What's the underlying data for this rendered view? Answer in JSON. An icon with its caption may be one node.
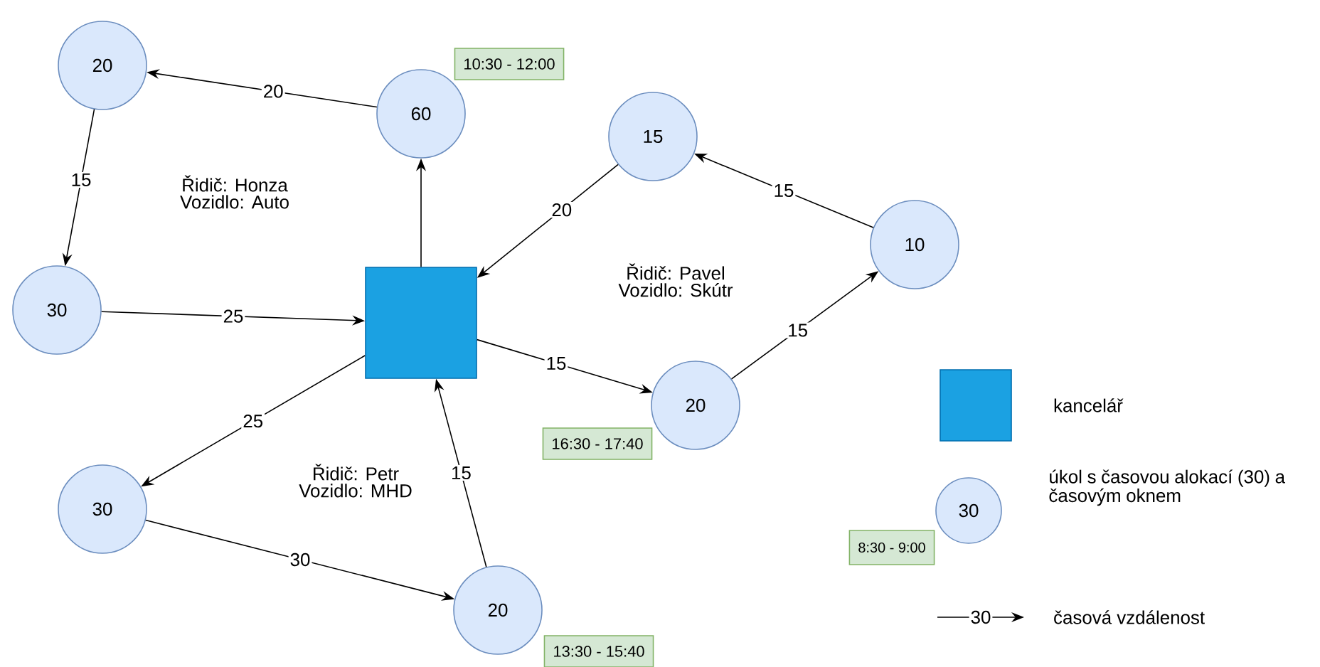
{
  "diagram": {
    "nodes": [
      {
        "text": [],
        "shape": "box"
      },
      {
        "text": [
          "20"
        ]
      },
      {
        "text": [
          "60"
        ],
        "beside": [
          "10:30 - 12:00"
        ]
      },
      {
        "text": [
          "30"
        ]
      },
      {
        "text": [
          "15"
        ]
      },
      {
        "text": [
          "10"
        ]
      },
      {
        "text": [
          "20"
        ],
        "beside": [
          "16:30 - 17:40"
        ]
      },
      {
        "text": [
          "30"
        ]
      },
      {
        "text": [
          "20"
        ],
        "beside": [
          "13:30 - 15:40"
        ]
      }
    ],
    "edges": [
      {
        "from": 2,
        "to": 1,
        "arrow": "to",
        "label": "20"
      },
      {
        "from": 1,
        "to": 3,
        "arrow": "to",
        "label": "15"
      },
      {
        "from": 3,
        "to": 0,
        "arrow": "to",
        "label": "25"
      },
      {
        "from": 0,
        "to": 2,
        "arrow": "to"
      },
      {
        "from": 4,
        "to": 0,
        "arrow": "to",
        "label": "20"
      },
      {
        "from": 5,
        "to": 4,
        "arrow": "to",
        "label": "15"
      },
      {
        "from": 6,
        "to": 5,
        "arrow": "to",
        "label": "15"
      },
      {
        "from": 0,
        "to": 6,
        "arrow": "to",
        "label": "15"
      },
      {
        "from": 0,
        "to": 7,
        "arrow": "to",
        "label": "25"
      },
      {
        "from": 7,
        "to": 8,
        "arrow": "to",
        "label": "30"
      },
      {
        "from": 8,
        "to": 0,
        "arrow": "to",
        "label": "15"
      }
    ],
    "labels": [
      "Řidič: Honza Vozidlo: Auto",
      "Řidič: Pavel Vozidlo: Skútr",
      "Řidič: Petr Vozidlo: MHD",
      "30",
      "8:30 - 9:00",
      "30"
    ],
    "legend": [
      {
        "text": "kancelář",
        "color": "#1ba1e2"
      },
      {
        "text": "úkol s časovou alokací (30) a časovým oknem"
      },
      {
        "text": "časová vzdálenost"
      }
    ]
  }
}
